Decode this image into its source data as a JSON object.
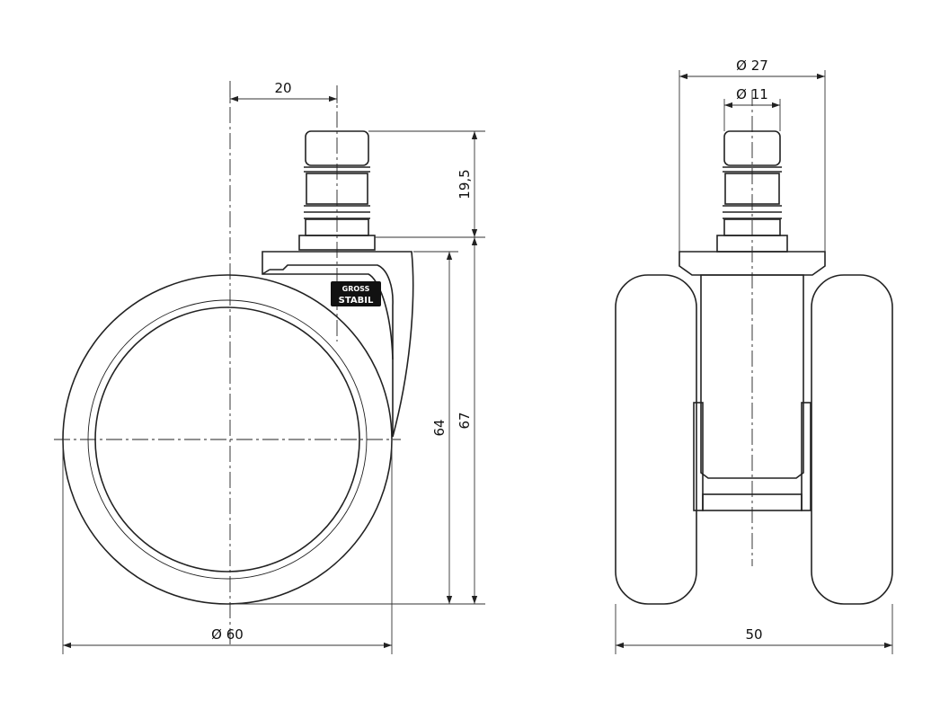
{
  "dimensions": {
    "stem_offset": "20",
    "stem_height": "19,5",
    "height_64": "64",
    "height_67": "67",
    "wheel_diameter": "Ø 60",
    "bracket_diameter": "Ø 27",
    "stem_diameter": "Ø 11",
    "total_width": "50"
  },
  "logo": {
    "line1": "GROSS",
    "line2": "STABIL"
  },
  "colors": {
    "line": "#222222",
    "dimension": "#333333"
  }
}
